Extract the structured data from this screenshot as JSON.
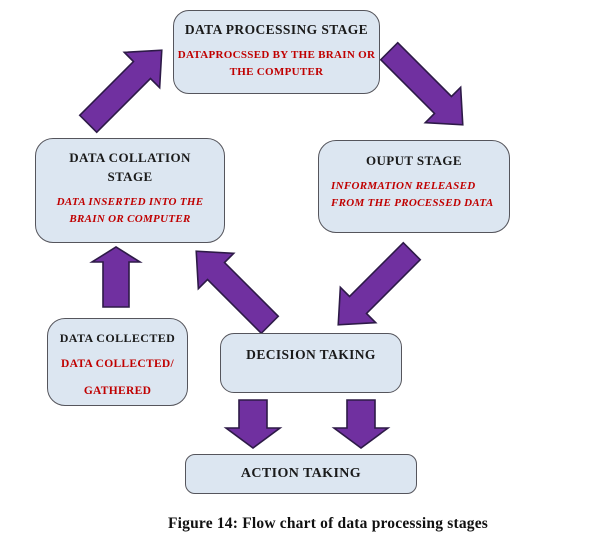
{
  "figure": {
    "caption": "Figure 14: Flow chart of data processing stages"
  },
  "colors": {
    "background": "#ffffff",
    "box_fill": "#dce6f1",
    "box_border": "#55555c",
    "arrow_fill": "#7030a0",
    "arrow_border": "#2d1a47",
    "title_text": "#1a1a1a",
    "accent_text": "#c00000"
  },
  "nodes": {
    "processing": {
      "title": "DATA PROCESSING STAGE",
      "subtitle_line1": "DATAPROCSSED BY THE BRAIN OR",
      "subtitle_line2": "THE COMPUTER"
    },
    "collation": {
      "title_line1": "DATA COLLATION",
      "title_line2": "STAGE",
      "subtitle_line1": "DATA INSERTED INTO THE",
      "subtitle_line2": "BRAIN OR COMPUTER"
    },
    "output": {
      "title": "OUPUT STAGE",
      "subtitle_line1": "INFORMATION RELEASED",
      "subtitle_line2": "FROM THE PROCESSED DATA"
    },
    "collected": {
      "title": "DATA COLLECTED",
      "subtitle_line1": "DATA COLLECTED/",
      "subtitle_line2": "GATHERED"
    },
    "decision": {
      "title": "DECISION TAKING"
    },
    "action": {
      "title": "ACTION TAKING"
    }
  },
  "arrows": [
    {
      "name": "collation-to-processing",
      "direction": "up-right"
    },
    {
      "name": "processing-to-output",
      "direction": "down-right"
    },
    {
      "name": "output-to-decision",
      "direction": "down-left"
    },
    {
      "name": "decision-to-collation",
      "direction": "up-left"
    },
    {
      "name": "collected-to-collation",
      "direction": "up"
    },
    {
      "name": "decision-to-action-left",
      "direction": "down"
    },
    {
      "name": "decision-to-action-right",
      "direction": "down"
    }
  ]
}
